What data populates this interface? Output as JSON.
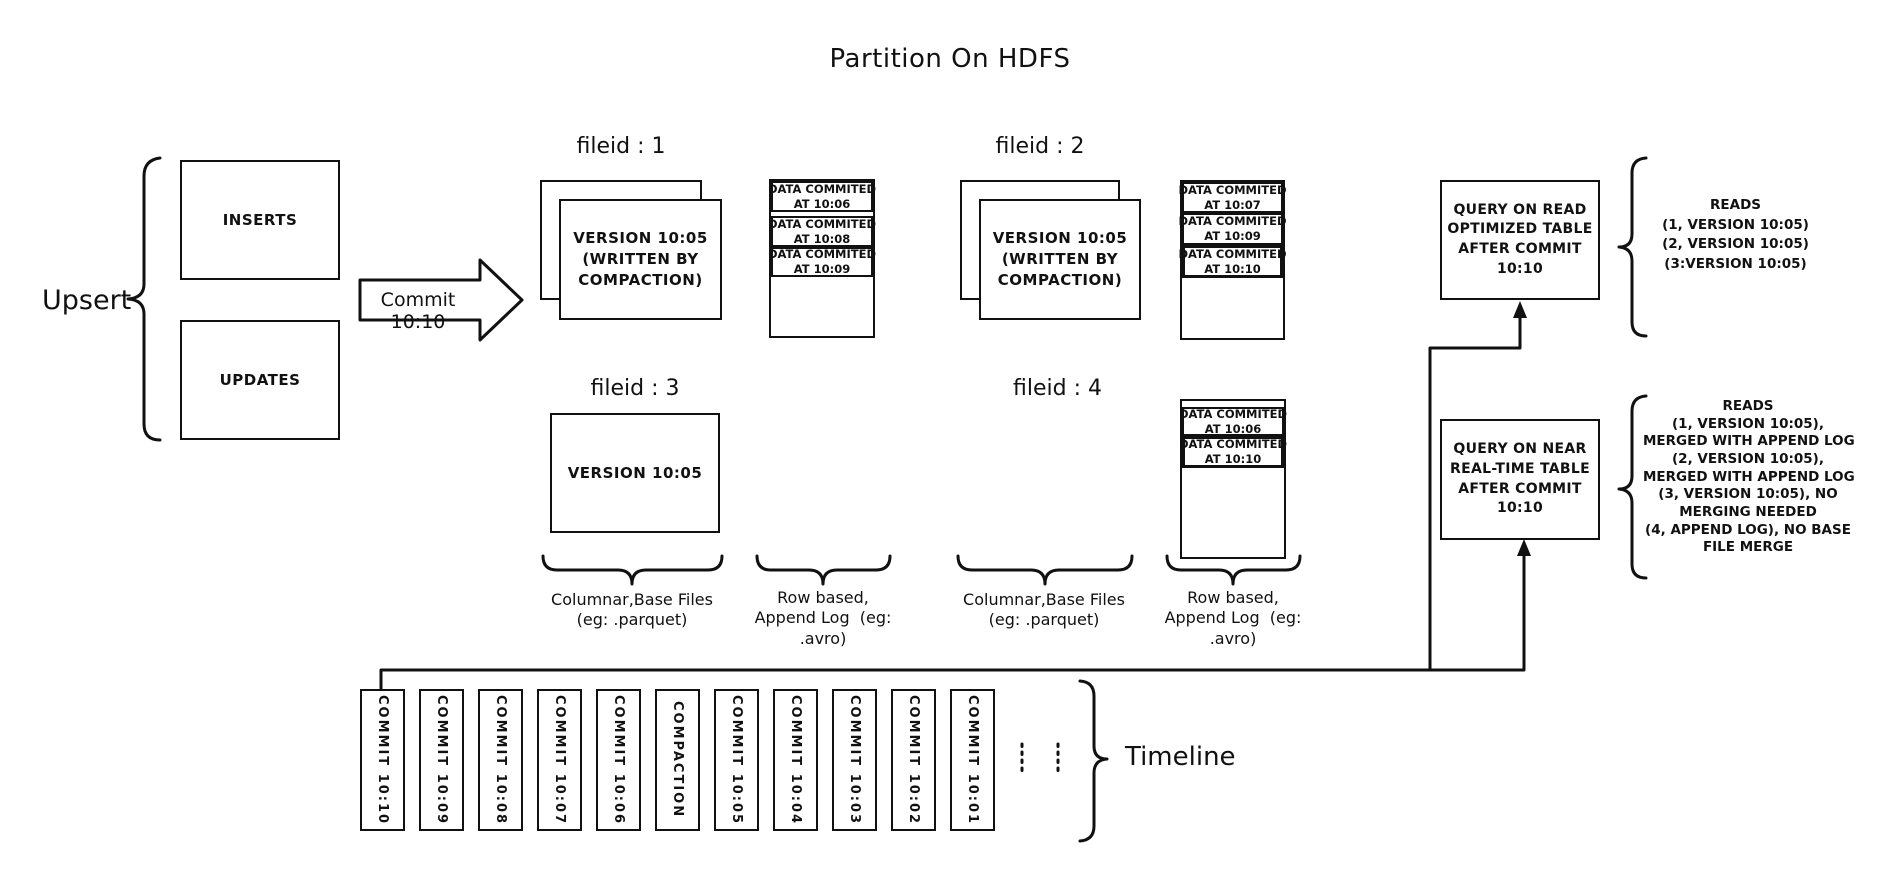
{
  "title": "Partition On HDFS",
  "upsert": {
    "label": "Upsert",
    "inserts": "INSERTS",
    "updates": "UPDATES",
    "commit_arrow": "Commit 10:10"
  },
  "file1": {
    "label": "fileid : 1",
    "base": "VERSION 10:05\n(WRITTEN BY\nCOMPACTION)",
    "log": [
      "DATA COMMITED\nAT 10:06",
      "DATA COMMITED\nAT 10:08",
      "DATA COMMITED\nAT 10:09"
    ]
  },
  "file2": {
    "label": "fileid : 2",
    "base": "VERSION 10:05\n(WRITTEN BY\nCOMPACTION)",
    "log": [
      "DATA COMMITED\nAT 10:07",
      "DATA COMMITED\nAT 10:09",
      "DATA COMMITED\nAT 10:10"
    ]
  },
  "file3": {
    "label": "fileid : 3",
    "base": "VERSION 10:05"
  },
  "file4": {
    "label": "fileid : 4",
    "log": [
      "DATA COMMITED\nAT 10:06",
      "DATA COMMITED\nAT 10:10"
    ]
  },
  "legend": {
    "columnar": "Columnar,Base Files\n(eg: .parquet)",
    "row_based": "Row based,\nAppend Log  (eg:\n.avro)"
  },
  "queries": {
    "read_optimized": {
      "box": "QUERY ON READ\nOPTIMIZED TABLE\nAFTER COMMIT\n10:10",
      "reads": "READS\n(1, VERSION 10:05)\n(2, VERSION 10:05)\n(3:VERSION 10:05)"
    },
    "near_real_time": {
      "box": "QUERY ON NEAR\nREAL-TIME TABLE\nAFTER COMMIT\n10:10",
      "reads": "READS\n(1, VERSION 10:05),\nMERGED WITH APPEND LOG\n(2, VERSION 10:05),\nMERGED WITH APPEND LOG\n(3, VERSION 10:05), NO\nMERGING NEEDED\n(4, APPEND LOG), NO BASE\nFILE MERGE"
    }
  },
  "timeline": {
    "label": "Timeline",
    "items": [
      "COMMIT 10:10",
      "COMMIT 10:09",
      "COMMIT 10:08",
      "COMMIT 10:07",
      "COMMIT 10:06",
      "COMPACTION",
      "COMMIT 10:05",
      "COMMIT 10:04",
      "COMMIT 10:03",
      "COMMIT 10:02",
      "COMMIT 10:01"
    ]
  },
  "colors": {
    "ink": "#111111",
    "background": "#ffffff"
  }
}
